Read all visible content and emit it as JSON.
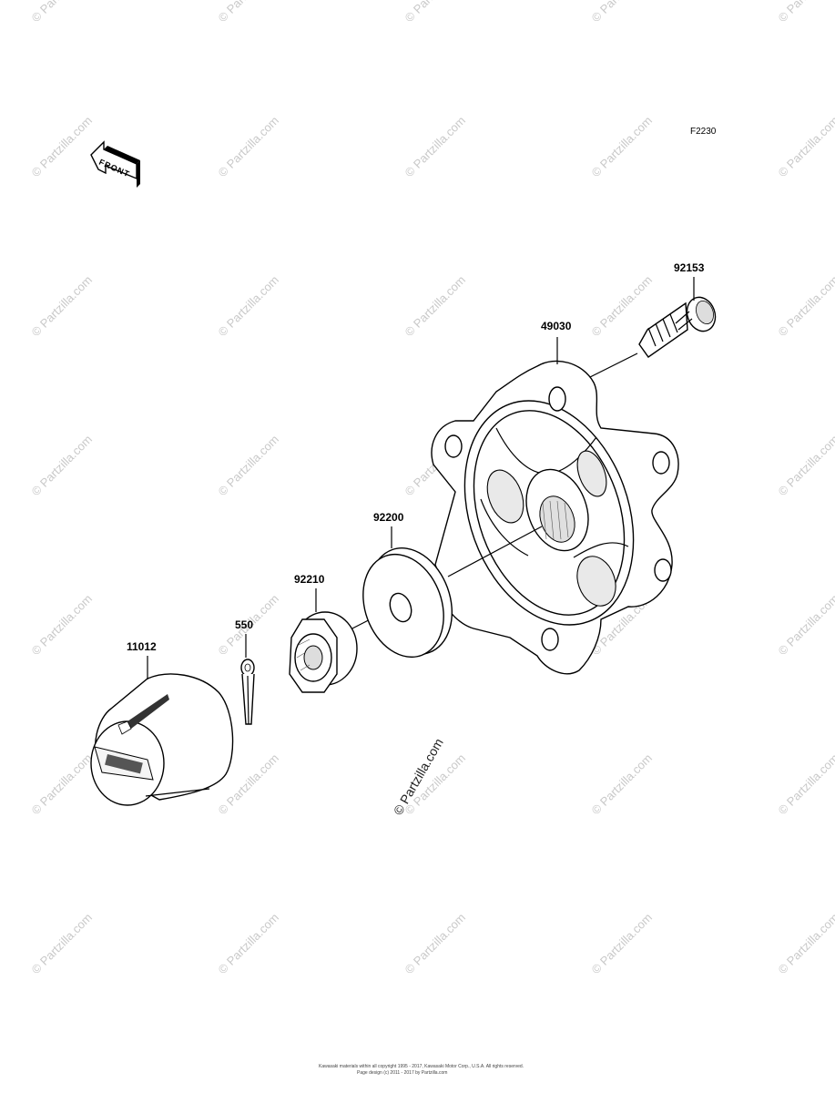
{
  "diagram": {
    "code": "F2230",
    "front_label": "FRONT",
    "parts": {
      "p92153": "92153",
      "p49030": "49030",
      "p92200": "92200",
      "p92210": "92210",
      "p550": "550",
      "p11012": "11012"
    }
  },
  "watermark": {
    "text": "© Partzilla.com",
    "center_text": "© Partzilla.com"
  },
  "footer": {
    "line1": "Kawasaki materials within all copyright 1995 - 2017, Kawasaki Motor Corp., U.S.A. All rights reserved.",
    "line2": "Page design (c) 2011 - 2017 by Partzilla.com"
  }
}
